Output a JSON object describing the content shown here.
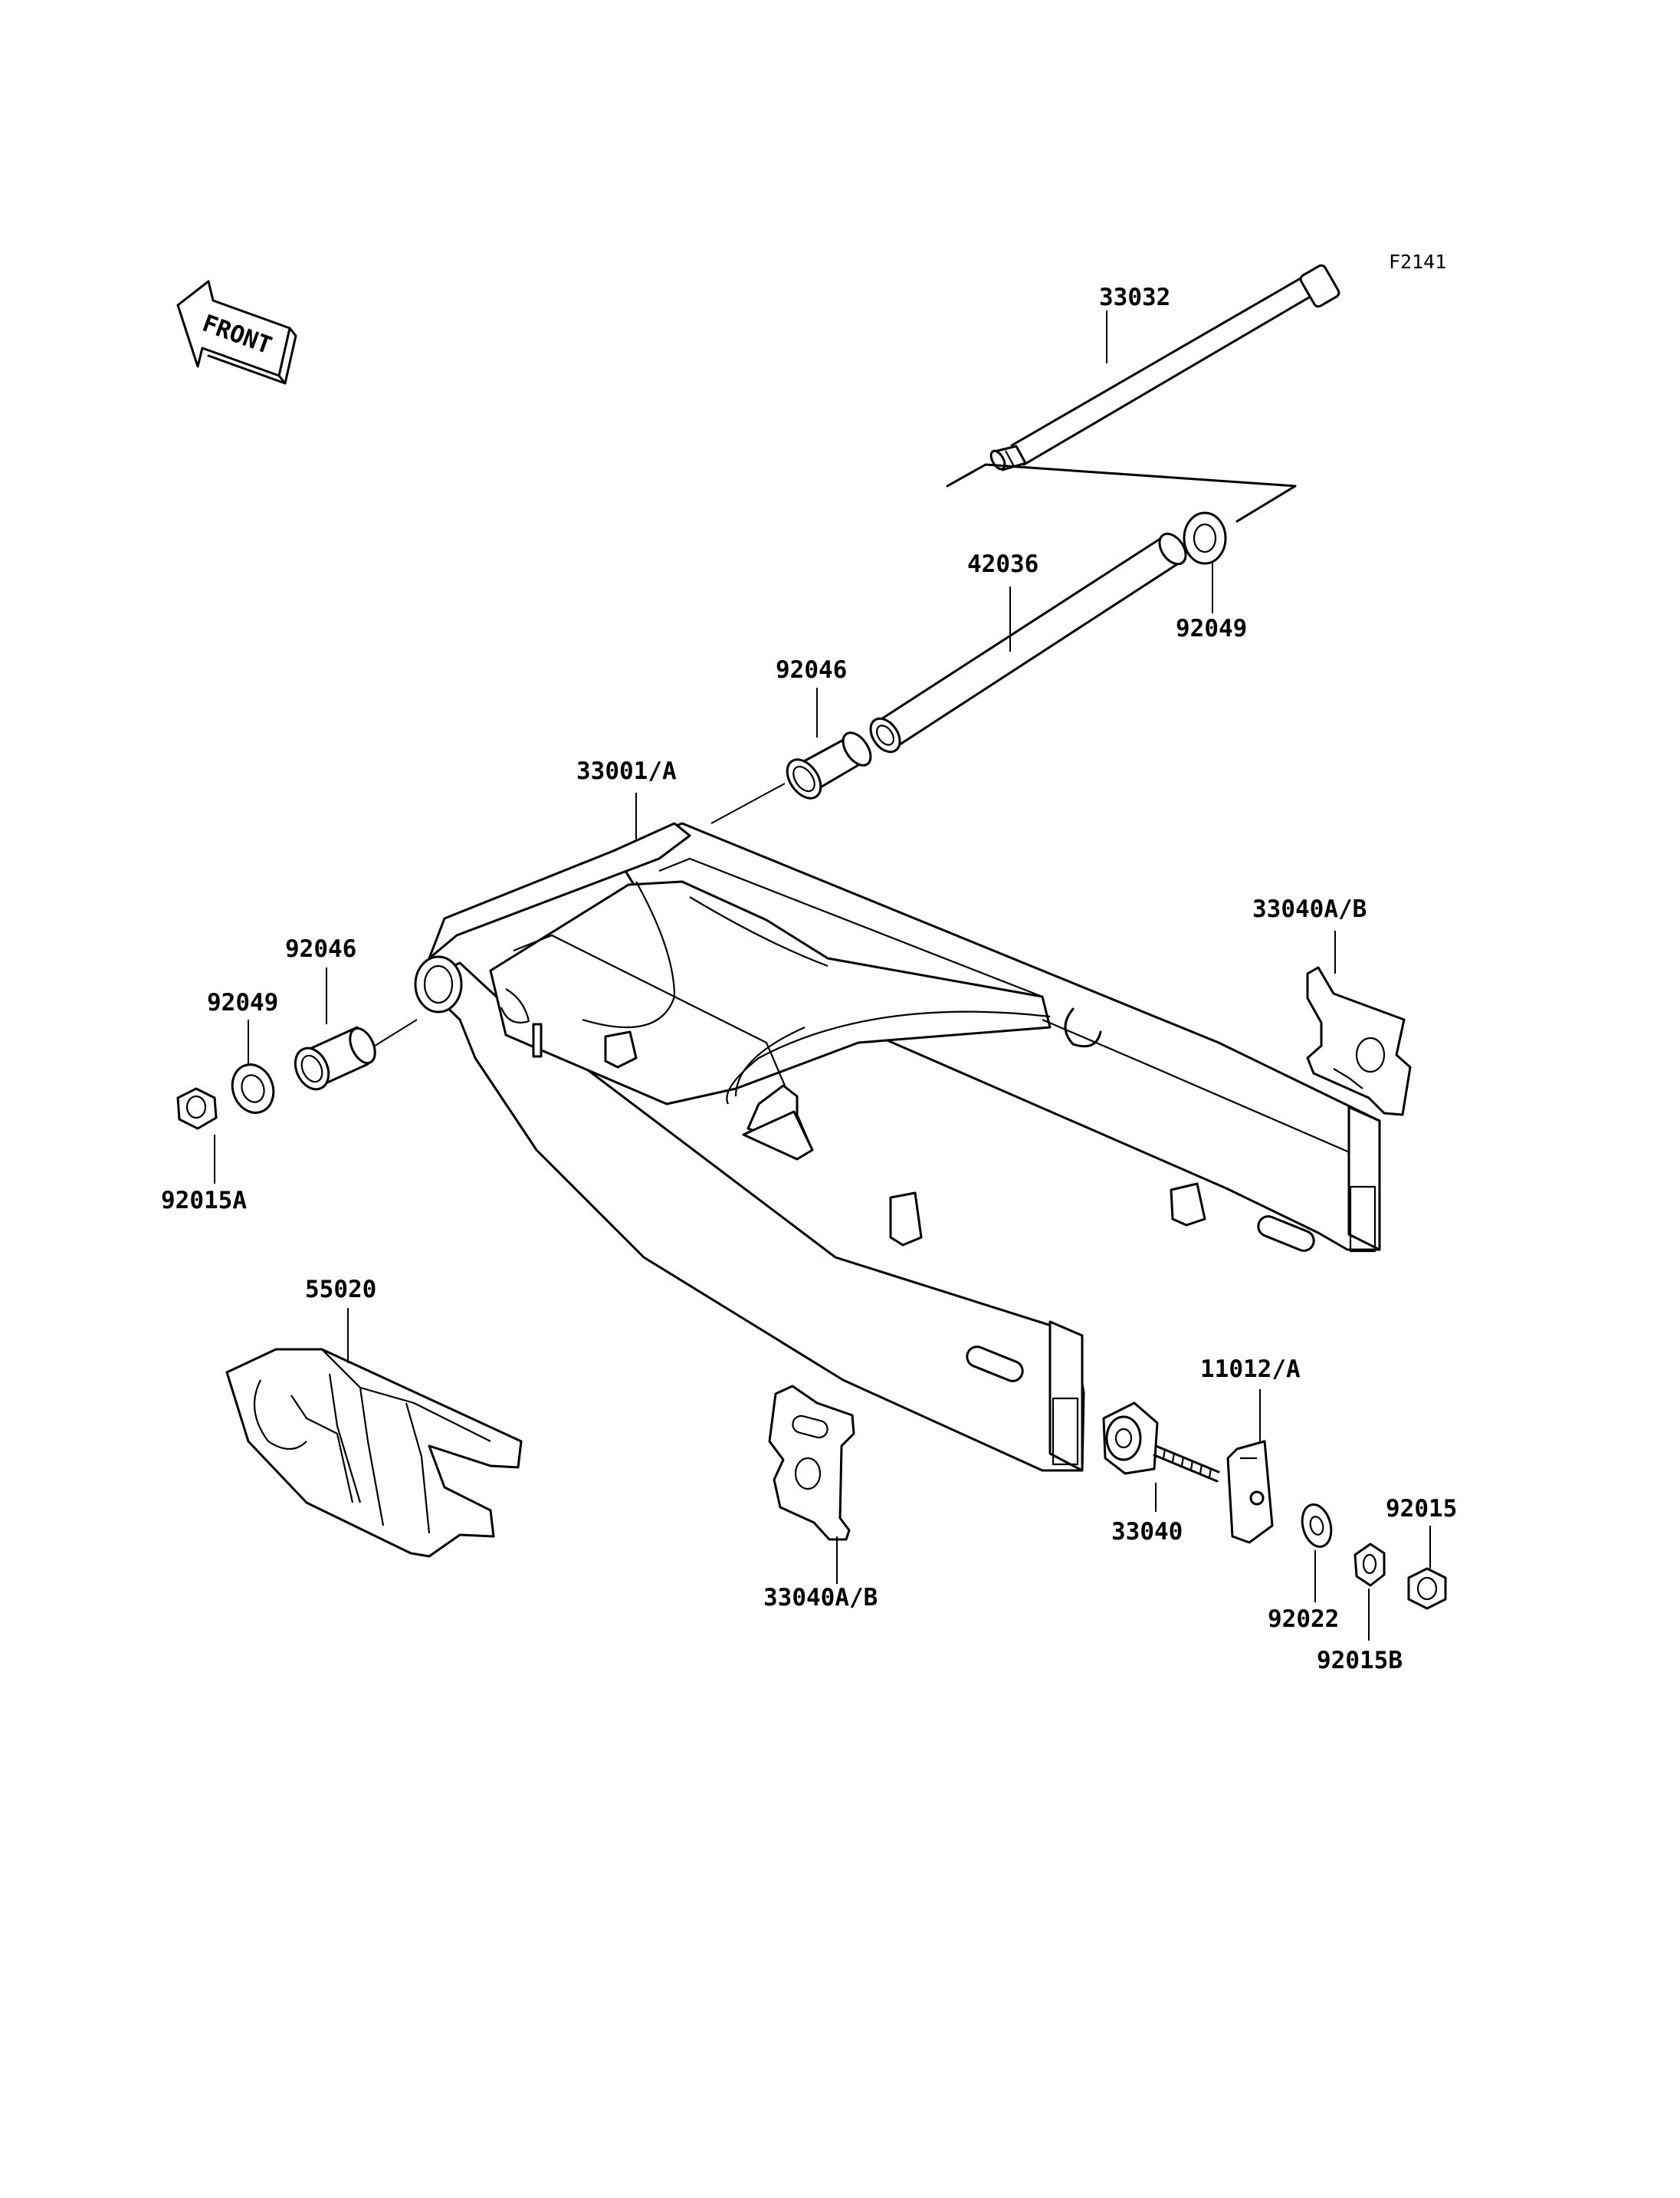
{
  "figure_id": "F2141",
  "front_marker": "FRONT",
  "labels": {
    "p33032": "33032",
    "p42036": "42036",
    "p92049_top": "92049",
    "p92046_top": "92046",
    "p33001A": "33001/A",
    "p33040AB_right": "33040A/B",
    "p92046_left": "92046",
    "p92049_left": "92049",
    "p92015A": "92015A",
    "p55020": "55020",
    "p11012A": "11012/A",
    "p92015": "92015",
    "p33040": "33040",
    "p33040AB_bottom": "33040A/B",
    "p92022": "92022",
    "p92015B": "92015B"
  }
}
